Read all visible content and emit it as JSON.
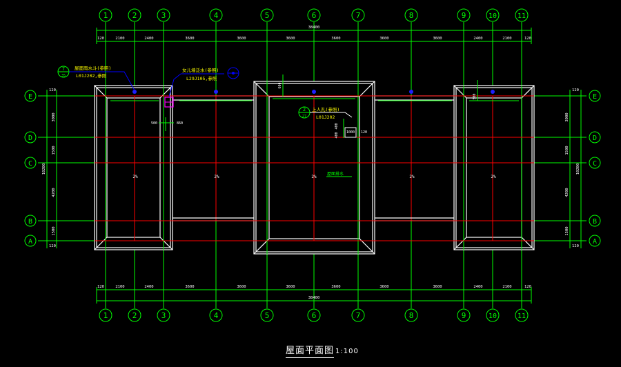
{
  "colors": {
    "background": "#000000",
    "axis_grid": "#00ff00",
    "building_outline": "#ffffff",
    "axis_line_red": "#ff0000",
    "dimension_text": "#ffffff",
    "annotation": "#ffff00",
    "leader": "#0000ff",
    "highlight": "#ff00ff"
  },
  "axes": {
    "columns": [
      "1",
      "2",
      "3",
      "4",
      "5",
      "6",
      "7",
      "8",
      "9",
      "10",
      "11"
    ],
    "rows": [
      "E",
      "D",
      "C",
      "B",
      "A"
    ]
  },
  "dimensions": {
    "top_overall": "38400",
    "bottom_overall": "38400",
    "top_spans": [
      "2100",
      "2400",
      "3600",
      "3600",
      "3600",
      "3600",
      "3600",
      "3600",
      "2400",
      "2100"
    ],
    "bottom_spans": [
      "2100",
      "2400",
      "3600",
      "3600",
      "3600",
      "3600",
      "3600",
      "3600",
      "2400",
      "2100"
    ],
    "left_overall": "10200",
    "left_spans": [
      "3000",
      "1500",
      "4200",
      "1500"
    ],
    "right_overall": "10200",
    "right_spans": [
      "3000",
      "1500",
      "4200",
      "1500"
    ],
    "top_end_left": "120",
    "top_end_right": "120",
    "side_end": "120"
  },
  "annotations": {
    "note1_line1": "屋面雨水斗(参照)",
    "note1_line2": "L01J202,参照",
    "note1_callout_top": "7",
    "note1_callout_bottom": "35",
    "note2_line1": "女儿墙泛水(参照)",
    "note2_line2": "L29J105,参照",
    "note3_line1": "上人孔(参照)",
    "note3_line2": "L01J202",
    "note3_callout_top": "2",
    "note3_callout_bottom": "27",
    "center_note": "屋面排水",
    "hatch_dim1": "1000",
    "hatch_dim2": "120",
    "hatch_dim3": "400",
    "hatch_dim4": "400",
    "small_dim_a": "500",
    "small_dim_b": "860",
    "parapet_dim": "600",
    "parapet_dim_right": "500"
  },
  "slopes": [
    "2%",
    "2%",
    "2%",
    "2%",
    "2%"
  ],
  "title": {
    "main": "屋面平面图",
    "scale": "1:100"
  }
}
